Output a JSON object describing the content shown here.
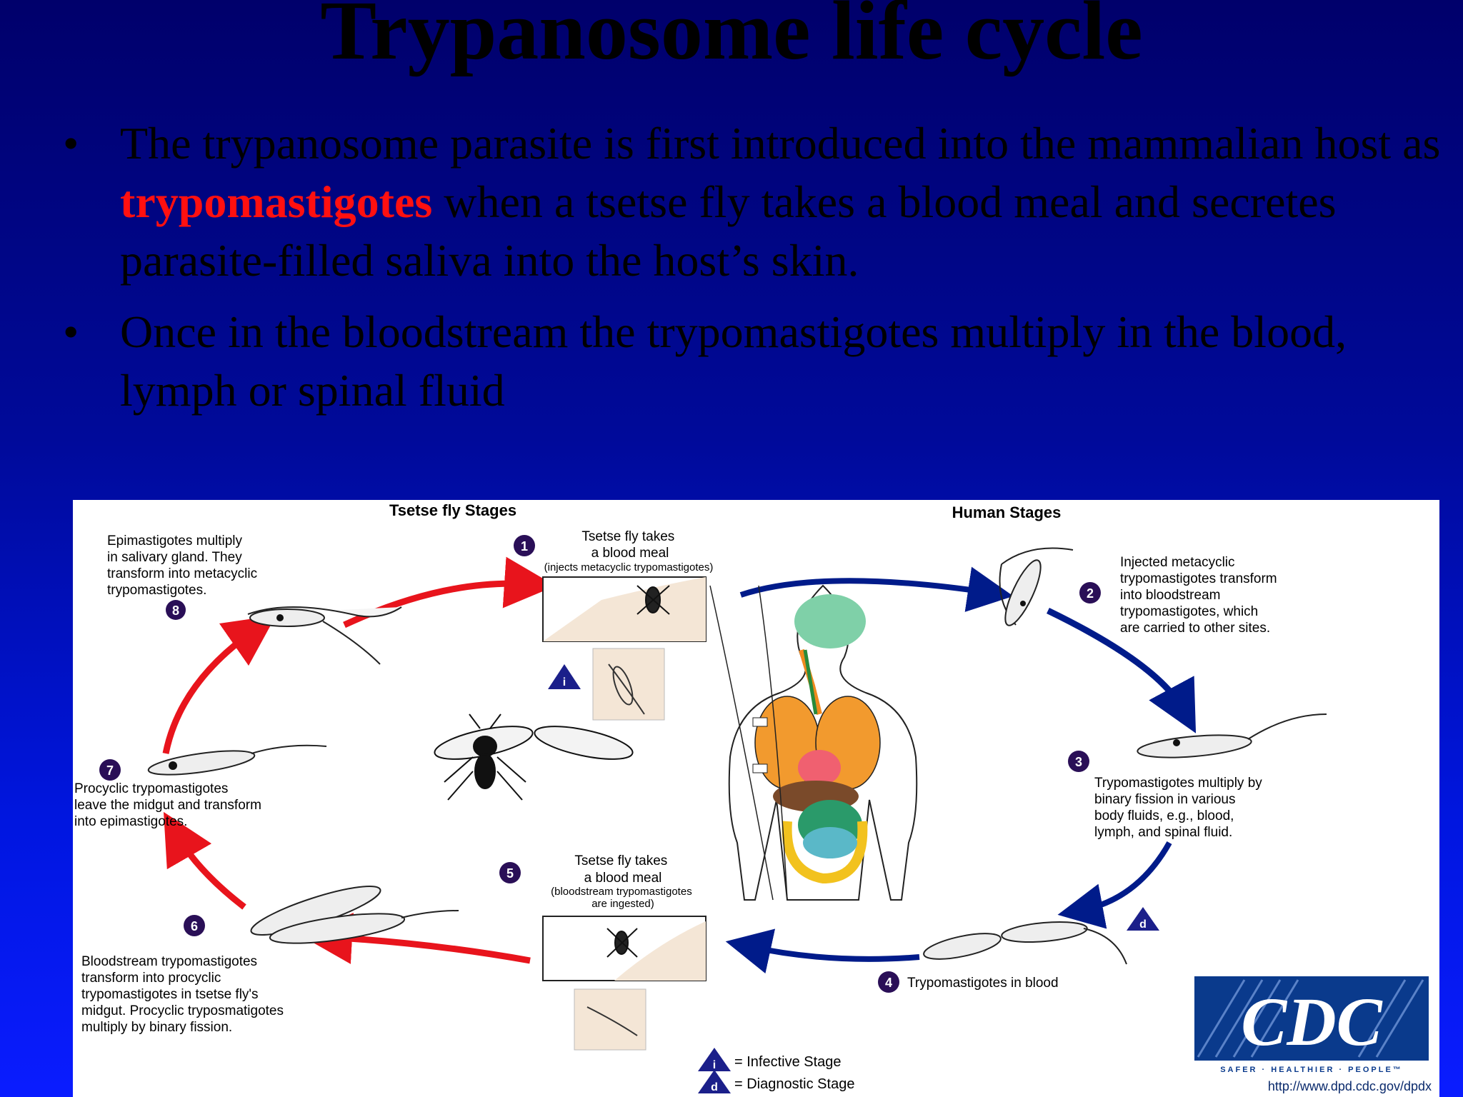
{
  "title": "Trypanosome life cycle",
  "bullets": [
    {
      "before": "The trypanosome parasite is first introduced into the mammalian host as ",
      "highlight": "trypomastigotes",
      "after": "  when a tsetse fly takes a blood meal and secretes parasite-filled saliva into the host’s skin."
    },
    {
      "text": "Once in the bloodstream  the trypomastigotes multiply in the blood, lymph or spinal fluid"
    }
  ],
  "diagram": {
    "tsetse_header": "Tsetse fly Stages",
    "human_header": "Human Stages",
    "stages": [
      {
        "num": "1",
        "title": [
          "Tsetse fly takes",
          "a blood meal"
        ],
        "sub": "(injects metacyclic trypomastigotes)"
      },
      {
        "num": "2",
        "lines": [
          "Injected metacyclic",
          "trypomastigotes transform",
          "into bloodstream",
          "trypomastigotes, which",
          "are carried to other sites."
        ]
      },
      {
        "num": "3",
        "lines": [
          "Trypomastigotes multiply by",
          "binary fission in various",
          "body fluids, e.g., blood,",
          "lymph, and spinal fluid."
        ]
      },
      {
        "num": "4",
        "text": "Trypomastigotes in blood"
      },
      {
        "num": "5",
        "title": [
          "Tsetse fly takes",
          "a blood meal"
        ],
        "sub": [
          "(bloodstream trypomastigotes",
          "are ingested)"
        ]
      },
      {
        "num": "6",
        "lines": [
          "Bloodstream trypomastigotes",
          "transform into procyclic",
          "trypomastigotes in tsetse fly's",
          "midgut. Procyclic tryposmatigotes",
          "multiply by binary fission."
        ]
      },
      {
        "num": "7",
        "lines": [
          "Procyclic trypomastigotes",
          "leave the midgut and transform",
          "into epimastigotes."
        ]
      },
      {
        "num": "8",
        "lines": [
          "Epimastigotes multiply",
          "in salivary gland. They",
          "transform into metacyclic",
          "trypomastigotes."
        ]
      }
    ],
    "legend": {
      "infective_symbol": "i",
      "infective": "= Infective Stage",
      "diagnostic_symbol": "d",
      "diagnostic": "= Diagnostic Stage"
    },
    "cdc": {
      "logo": "CDC",
      "tagline": "SAFER · HEALTHIER · PEOPLE™",
      "url": "http://www.dpd.cdc.gov/dpdx"
    },
    "colors": {
      "tsetse_arrow": "#e8141c",
      "human_arrow": "#001b8a",
      "badge": "#2a0f57",
      "logo_bg": "#0a3a8c"
    }
  }
}
